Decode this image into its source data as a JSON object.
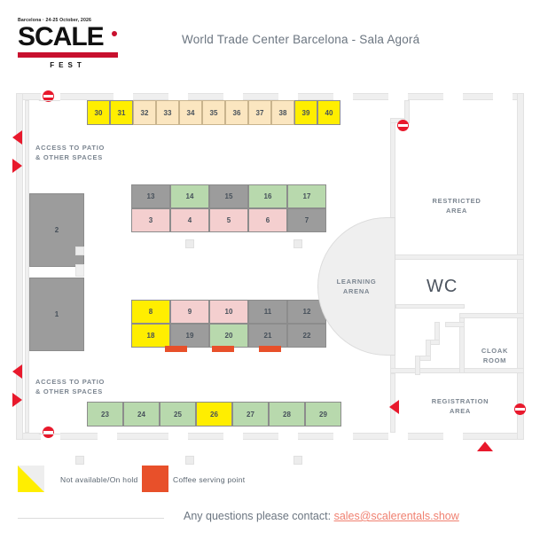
{
  "header": {
    "logo": {
      "tagline": "Barcelona · 24-25 October, 2026",
      "wordmark": "SCALE",
      "sub": "FEST"
    },
    "venue_title": "World Trade Center Barcelona - Sala Agorá"
  },
  "plan": {
    "areas": {
      "restricted": "RESTRICTED\nAREA",
      "restricted_line1": "RESTRICTED",
      "restricted_line2": "AREA",
      "wc": "WC",
      "cloak_line1": "CLOAK",
      "cloak_line2": "ROOM",
      "registration_line1": "REGISTRATION",
      "registration_line2": "AREA",
      "arena_line1": "LEARNING",
      "arena_line2": "ARENA",
      "access_top_line1": "ACCESS TO PATIO",
      "access_top_line2": "& OTHER SPACES",
      "access_bottom_line1": "ACCESS TO PATIO",
      "access_bottom_line2": "& OTHER SPACES"
    },
    "big_blocks": [
      {
        "label": "2",
        "status": "gray"
      },
      {
        "label": "1",
        "status": "gray"
      }
    ],
    "booth_rows": {
      "top": [
        {
          "label": "30",
          "status": "yellow"
        },
        {
          "label": "31",
          "status": "yellow"
        },
        {
          "label": "32",
          "status": "beige"
        },
        {
          "label": "33",
          "status": "beige"
        },
        {
          "label": "34",
          "status": "beige"
        },
        {
          "label": "35",
          "status": "beige"
        },
        {
          "label": "36",
          "status": "beige"
        },
        {
          "label": "37",
          "status": "beige"
        },
        {
          "label": "38",
          "status": "beige"
        },
        {
          "label": "39",
          "status": "yellow"
        },
        {
          "label": "40",
          "status": "yellow"
        }
      ],
      "mid_upper": [
        {
          "label": "13",
          "status": "gray"
        },
        {
          "label": "14",
          "status": "green"
        },
        {
          "label": "15",
          "status": "gray"
        },
        {
          "label": "16",
          "status": "green"
        },
        {
          "label": "17",
          "status": "green"
        }
      ],
      "mid_lower": [
        {
          "label": "3",
          "status": "pink"
        },
        {
          "label": "4",
          "status": "pink"
        },
        {
          "label": "5",
          "status": "pink"
        },
        {
          "label": "6",
          "status": "pink"
        },
        {
          "label": "7",
          "status": "gray"
        }
      ],
      "low_upper": [
        {
          "label": "8",
          "status": "yellow"
        },
        {
          "label": "9",
          "status": "pink"
        },
        {
          "label": "10",
          "status": "pink"
        },
        {
          "label": "11",
          "status": "gray"
        },
        {
          "label": "12",
          "status": "gray"
        }
      ],
      "low_lower": [
        {
          "label": "18",
          "status": "yellow"
        },
        {
          "label": "19",
          "status": "gray"
        },
        {
          "label": "20",
          "status": "green"
        },
        {
          "label": "21",
          "status": "gray"
        },
        {
          "label": "22",
          "status": "gray"
        }
      ],
      "bottom": [
        {
          "label": "23",
          "status": "green"
        },
        {
          "label": "24",
          "status": "green"
        },
        {
          "label": "25",
          "status": "green"
        },
        {
          "label": "26",
          "status": "yellow"
        },
        {
          "label": "27",
          "status": "green"
        },
        {
          "label": "28",
          "status": "green"
        },
        {
          "label": "29",
          "status": "green"
        }
      ]
    },
    "coffee_points_count": 3,
    "no_entry_signs_count": 4,
    "colors": {
      "yellow": "#ffee00",
      "beige": "#fbe6c0",
      "green": "#b8d9ad",
      "pink": "#f4cfcf",
      "gray": "#9c9c9c",
      "coffee": "#e8502a",
      "red": "#e8192c",
      "brand_red": "#c8102e"
    }
  },
  "legend": {
    "items": [
      {
        "label": "Not available/On hold",
        "swatch": "yellow-triangle"
      },
      {
        "label": "Coffee serving point",
        "swatch": "orange-square"
      }
    ]
  },
  "footer": {
    "text_prefix": "Any questions please contact: ",
    "email": "sales@scalerentals.show"
  }
}
